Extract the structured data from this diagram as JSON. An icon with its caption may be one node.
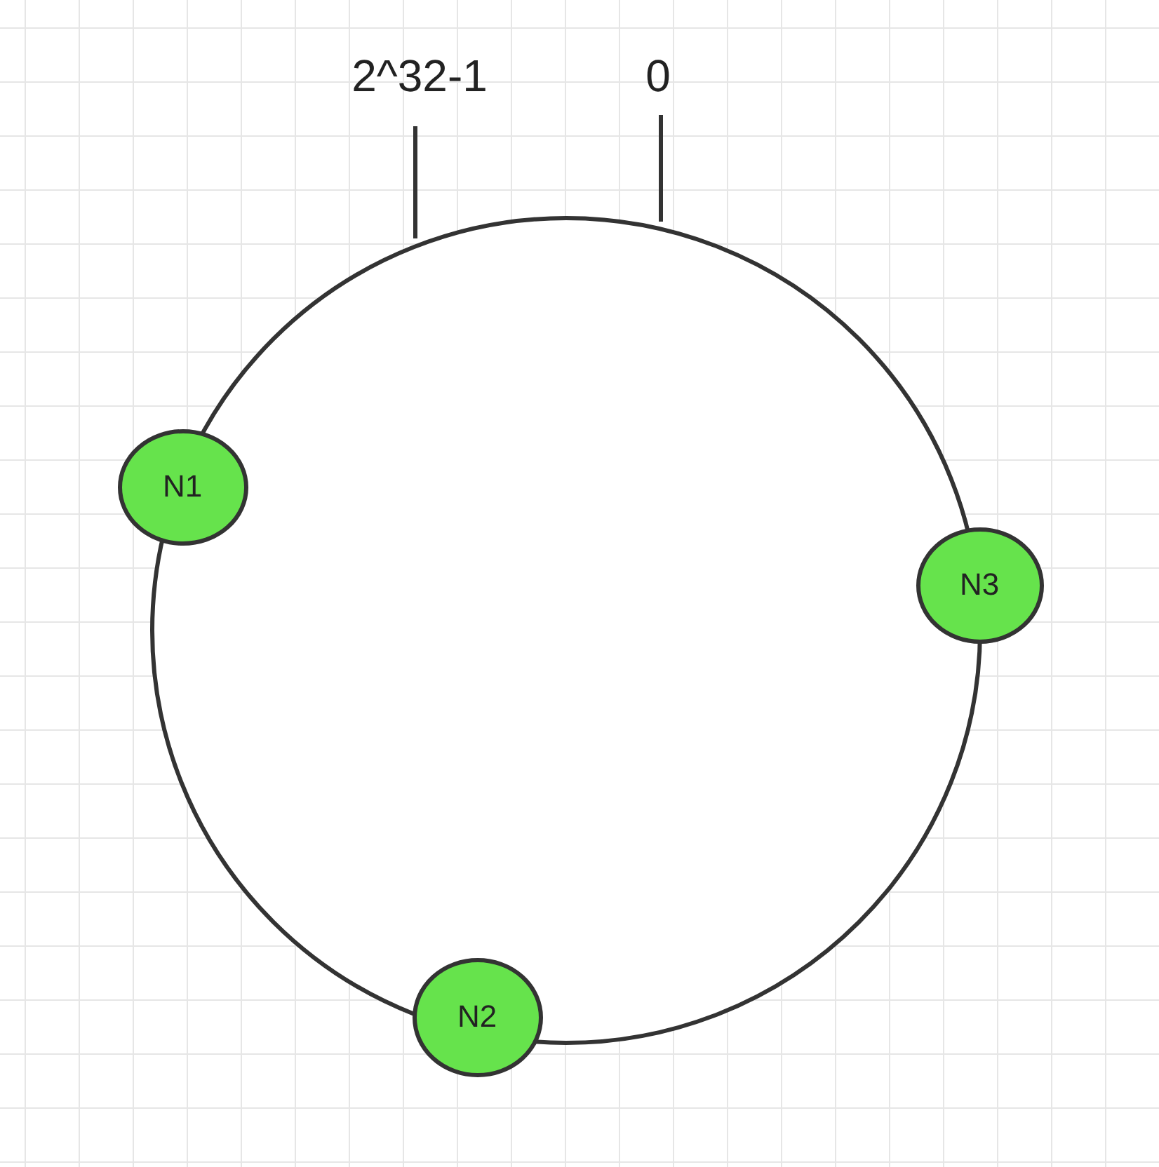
{
  "diagram": {
    "nodes": [
      {
        "text": [],
        "shape": "circle"
      },
      {
        "text": [
          "N1"
        ]
      },
      {
        "text": [
          "N3"
        ]
      },
      {
        "text": [
          "N2"
        ]
      }
    ],
    "labels": [
      "2^32-1",
      "0"
    ]
  }
}
